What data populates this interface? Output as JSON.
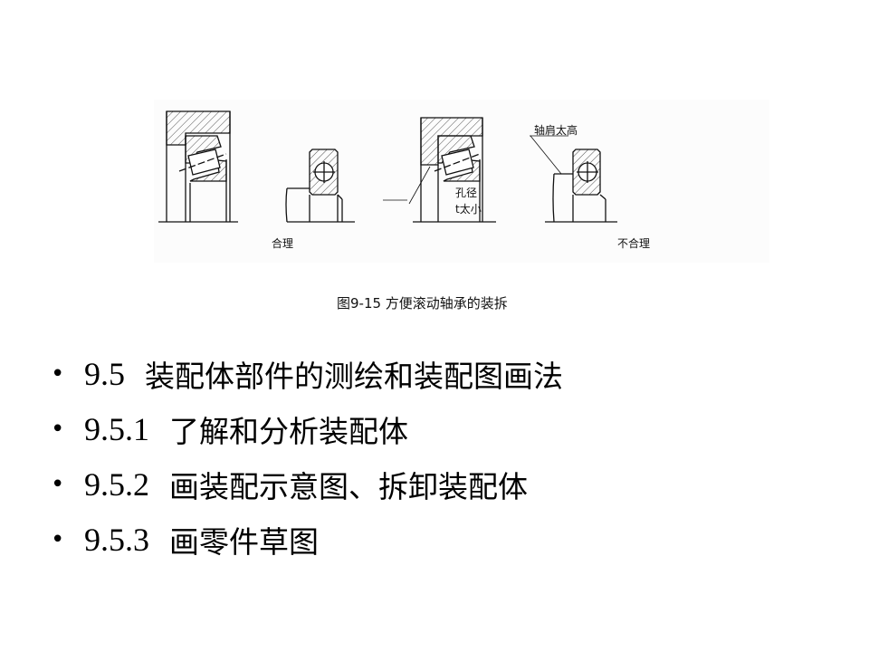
{
  "figure": {
    "label_ok": "合理",
    "label_bad": "不合理",
    "annotation_bore": [
      "孔径",
      "t太小"
    ],
    "annotation_shoulder": "轴肩太高",
    "caption": "图9-15  方便滚动轴承的装拆"
  },
  "bullets": [
    {
      "num": "9.5",
      "text": "装配体部件的测绘和装配图画法"
    },
    {
      "num": "9.5.1",
      "text": "了解和分析装配体"
    },
    {
      "num": "9.5.2",
      "text": "画装配示意图、拆卸装配体"
    },
    {
      "num": "9.5.3",
      "text": "画零件草图"
    }
  ],
  "bullet_symbol": "•"
}
